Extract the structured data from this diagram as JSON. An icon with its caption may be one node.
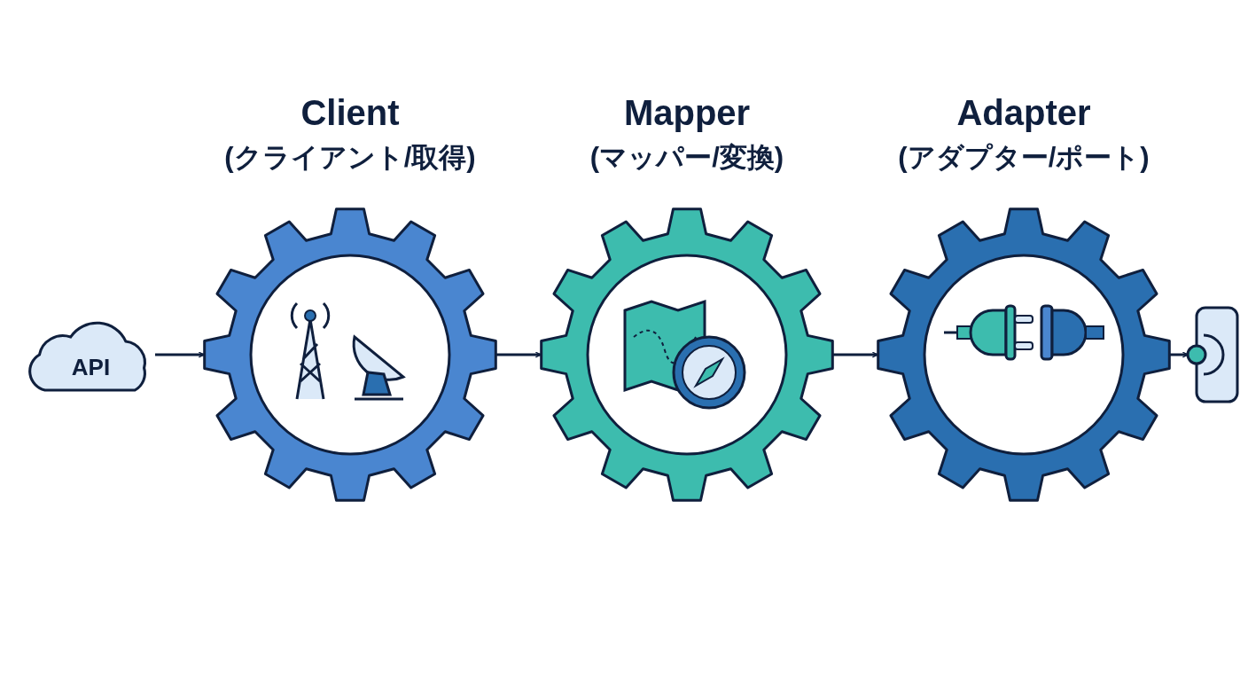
{
  "diagram": {
    "nodes": [
      {
        "text": [
          "API"
        ]
      },
      {
        "text": [
          "Client",
          "(クライアント/取得)"
        ]
      },
      {
        "text": [
          "Mapper",
          "(マッパー/変換)"
        ]
      },
      {
        "text": [
          "Adapter",
          "(アダプター/ポート)"
        ]
      },
      {
        "text": [],
        "shape": "box"
      }
    ],
    "edges": [
      {
        "from": 0,
        "to": 1,
        "arrow": "to"
      },
      {
        "from": 1,
        "to": 2,
        "arrow": "to"
      },
      {
        "from": 2,
        "to": 3,
        "arrow": "to"
      },
      {
        "from": 3,
        "to": 4,
        "arrow": "to"
      }
    ]
  }
}
